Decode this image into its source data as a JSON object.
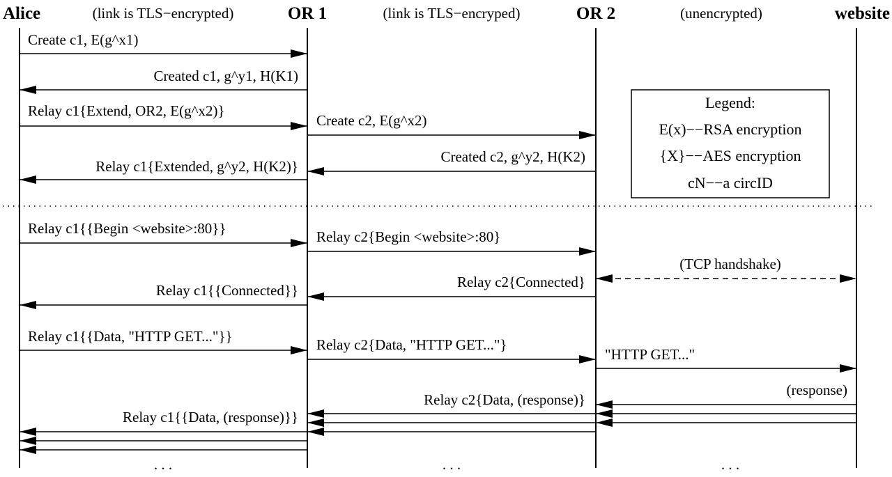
{
  "participants": {
    "alice": "Alice",
    "or1": "OR 1",
    "or2": "OR 2",
    "website": "website"
  },
  "link_notes": {
    "alice_or1": "(link is TLS−encrypted)",
    "or1_or2": "(link is TLS−encryped)",
    "or2_website": "(unencrypted)"
  },
  "messages": {
    "m1": "Create c1, E(g^x1)",
    "m2": "Created c1, g^y1, H(K1)",
    "m3": "Relay c1{Extend, OR2, E(g^x2)}",
    "m4": "Create c2, E(g^x2)",
    "m5": "Created c2, g^y2, H(K2)",
    "m6": "Relay c1{Extended, g^y2, H(K2)}",
    "m7": "Relay c1{{Begin <website>:80}}",
    "m8": "Relay c2{Begin <website>:80}",
    "m9": "(TCP handshake)",
    "m10": "Relay c2{Connected}",
    "m11": "Relay c1{{Connected}}",
    "m12": "Relay c1{{Data, \"HTTP GET...\"}}",
    "m13": "Relay c2{Data, \"HTTP GET...\"}",
    "m14": "\"HTTP GET...\"",
    "m15": "(response)",
    "m16": "Relay c2{Data, (response)}",
    "m17": "Relay c1{{Data, (response)}}"
  },
  "legend": {
    "title": "Legend:",
    "line1": "E(x)−−RSA encryption",
    "line2": "{X}−−AES encryption",
    "line3": "cN−−a circID"
  },
  "continuation": {
    "alice_or1": ". . .",
    "or1_or2": ". . .",
    "or2_website": ". . ."
  }
}
